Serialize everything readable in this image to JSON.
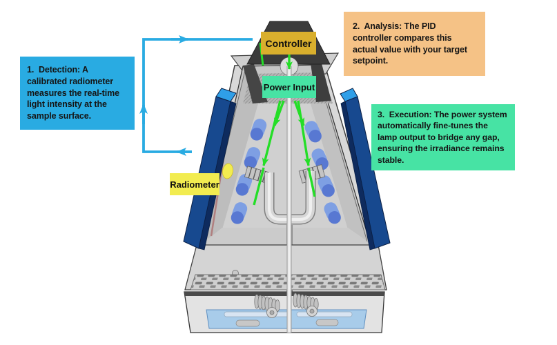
{
  "steps": [
    {
      "label": "1.  Detection: A calibrated radiometer measures the real-time light intensity at the sample surface."
    },
    {
      "label": "2.  Analysis: The PID controller compares this actual value with your target setpoint."
    },
    {
      "label": "3.  Execution: The power system automatically fine-tunes the lamp output to bridge any gap, ensuring the irradiance remains stable."
    }
  ],
  "labels": {
    "controller": "Controller",
    "power_input": "Power Input",
    "radiometer": "Radiometer"
  },
  "colors": {
    "cyan": "#29ABE2",
    "orange": "#F5C286",
    "mint": "#47E3A4",
    "gold": "#D9AF2D",
    "yellow": "#F2EC50",
    "arrow-green": "#24DE27",
    "rail-blue": "#17498F",
    "rail-light": "#2F9FE8",
    "rail-dark": "#0E2B5E",
    "lamp-blue": "#7E9FE3",
    "lamp-cap": "#5878D2",
    "tray-blue": "#A8CCEA"
  }
}
